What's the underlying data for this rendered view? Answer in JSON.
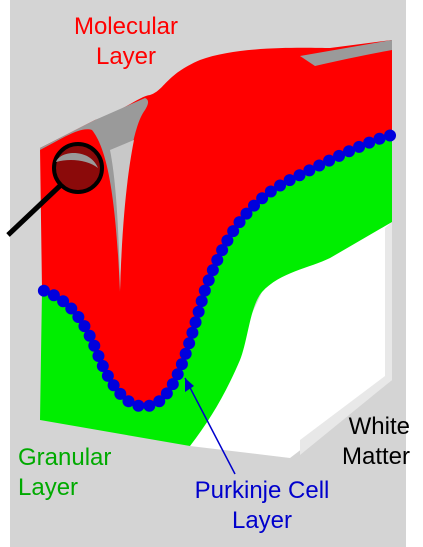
{
  "labels": {
    "molecular_layer": {
      "line1": "Molecular",
      "line2": "Layer"
    },
    "granular_layer": {
      "line1": "Granular",
      "line2": "Layer"
    },
    "white_matter": {
      "line1": "White",
      "line2": "Matter"
    },
    "purkinje_cell_layer": {
      "line1": "Purkinje Cell",
      "line2": "Layer"
    }
  },
  "colors": {
    "background": "#d4d4d4",
    "molecular_layer": "#ff0000",
    "granular_layer": "#00ee00",
    "white_matter": "#ffffff",
    "purkinje_cells": "#0000dd",
    "pial_surface": "#9a9a9a",
    "label_molecular": "#ff0000",
    "label_granular": "#00aa00",
    "label_white_matter": "#000000",
    "label_purkinje": "#0000cc",
    "magnifier_ring": "#000000",
    "magnifier_fill": "#8b0a0a"
  },
  "icons": [
    "magnifier-icon"
  ]
}
